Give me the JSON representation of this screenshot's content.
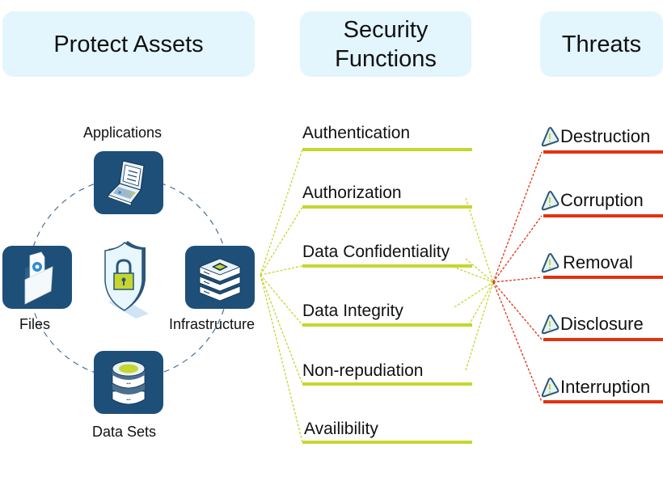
{
  "headers": {
    "assets": "Protect Assets",
    "functions_line1": "Security",
    "functions_line2": "Functions",
    "threats": "Threats"
  },
  "assets": {
    "center_icon": "shield-lock-icon",
    "items": [
      {
        "label": "Applications",
        "icon": "laptop-icon"
      },
      {
        "label": "Files",
        "icon": "folder-file-icon"
      },
      {
        "label": "Infrastructure",
        "icon": "server-stack-icon"
      },
      {
        "label": "Data Sets",
        "icon": "database-icon"
      }
    ]
  },
  "security_functions": [
    {
      "label": "Authentication"
    },
    {
      "label": "Authorization"
    },
    {
      "label": "Data Confidentiality"
    },
    {
      "label": "Data Integrity"
    },
    {
      "label": "Non-repudiation"
    },
    {
      "label": "Availibility"
    }
  ],
  "threats": [
    {
      "label": "Destruction",
      "icon": "warning-icon"
    },
    {
      "label": "Corruption",
      "icon": "warning-icon"
    },
    {
      "label": "Removal",
      "icon": "warning-icon"
    },
    {
      "label": "Disclosure",
      "icon": "warning-icon"
    },
    {
      "label": "Interruption",
      "icon": "warning-icon"
    }
  ],
  "colors": {
    "header_bg": "#e3f5fd",
    "tile_bg": "#1d4f79",
    "function_accent": "#c6d630",
    "threat_accent": "#e1330f",
    "circle_dash": "#4a6f8f"
  }
}
